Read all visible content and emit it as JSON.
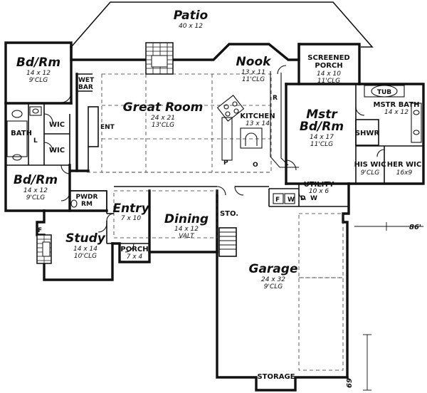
{
  "rooms": {
    "patio": {
      "name": "Patio",
      "size": "40 x 12"
    },
    "nook": {
      "name": "Nook",
      "size": "13 x 11",
      "ceiling": "11'CLG"
    },
    "bedroom_1": {
      "name": "Bd/Rm",
      "size": "14 x 12",
      "ceiling": "9'CLG"
    },
    "great_room": {
      "name": "Great Room",
      "size": "24 x 21",
      "ceiling": "13'CLG"
    },
    "screened_porch": {
      "name_line1": "SCREENED",
      "name_line2": "PORCH",
      "size": "14 x 10",
      "ceiling": "11'CLG"
    },
    "kitchen": {
      "name": "KITCHEN",
      "size": "13 x 14"
    },
    "master_bedroom": {
      "name_line1": "Mstr",
      "name_line2": "Bd/Rm",
      "size": "14 x 17",
      "ceiling": "11'CLG"
    },
    "master_bath": {
      "name": "MSTR BATH",
      "size": "14 x 12"
    },
    "tub": {
      "name": "TUB"
    },
    "shower": {
      "name": "SHWR"
    },
    "his_wic": {
      "name": "HIS WIC",
      "ceiling": "9'CLG"
    },
    "her_wic": {
      "name": "HER WIC",
      "ceiling": "16x9"
    },
    "utility": {
      "name": "UTILITY",
      "size": "10 x 6"
    },
    "bedroom_2": {
      "name": "Bd/Rm",
      "size": "14 x 12",
      "ceiling": "9'CLG"
    },
    "powder_room": {
      "name_line1": "PWDR",
      "name_line2": "RM"
    },
    "entry": {
      "name": "Entry",
      "size": "7 x 10"
    },
    "dining": {
      "name": "Dining",
      "size": "14 x 12",
      "ceiling": "VALT"
    },
    "study": {
      "name": "Study",
      "size": "14 x 14",
      "ceiling": "10'CLG"
    },
    "porch": {
      "name": "PORCH",
      "size": "7 x 4"
    },
    "garage": {
      "name": "Garage",
      "size": "24 x 32",
      "ceiling": "9'CLG"
    },
    "storage": {
      "name": "STORAGE"
    },
    "storage_small": {
      "name": "STO."
    },
    "bath": {
      "name": "BATH"
    },
    "wic_1": {
      "name": "WIC"
    },
    "wic_2": {
      "name": "WIC"
    }
  },
  "codes": {
    "wet_bar_line1": "WET",
    "wet_bar_line2": "BAR",
    "ent": "ENT",
    "refrigerator": "R",
    "pantry": "P",
    "oven": "O",
    "linen": "L",
    "fireplace_study": "F",
    "washer": "W",
    "dryer": "D",
    "washer_2": "W",
    "furnace": "F"
  },
  "dimensions": {
    "width": "86'",
    "depth": "69'"
  }
}
